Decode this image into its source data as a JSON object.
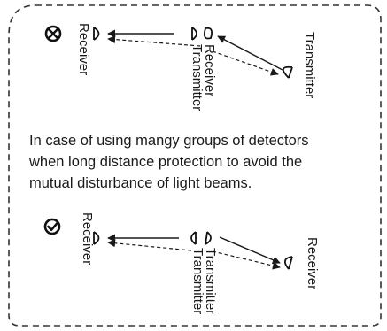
{
  "figure": {
    "bad_example": {
      "status_icon": "cross-circle-icon",
      "left_label": "Receiver",
      "middle_label_upper": "Receiver",
      "middle_label_lower": "Transmitter",
      "right_label": "Transmitter"
    },
    "note_lines": [
      "In case of using mangy groups of detectors",
      "when long distance protection to avoid the",
      "mutual disturbance of light beams."
    ],
    "good_example": {
      "status_icon": "check-circle-icon",
      "left_label": "Receiver",
      "middle_label_upper": "Transmitter",
      "middle_label_lower": "Transmitter",
      "right_label": "Receiver"
    }
  }
}
